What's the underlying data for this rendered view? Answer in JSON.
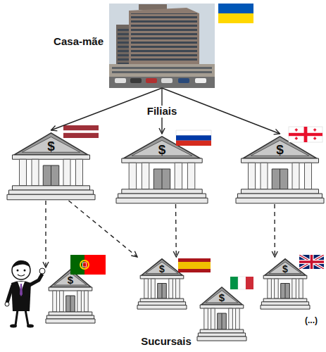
{
  "diagram": {
    "nodes": [
      {
        "text": [
          "Casa-mãe"
        ]
      },
      {
        "text": [
          "$"
        ]
      },
      {
        "text": [
          "$"
        ]
      },
      {
        "text": [
          "$"
        ]
      },
      {
        "text": [
          "$"
        ]
      },
      {
        "text": [
          "$"
        ]
      },
      {
        "text": [
          "$"
        ]
      },
      {
        "text": [
          "$"
        ]
      }
    ],
    "edges": [
      {
        "from": 0,
        "to": 1,
        "arrow": "to"
      },
      {
        "from": 0,
        "to": 2,
        "arrow": "to"
      },
      {
        "from": 0,
        "to": 3,
        "arrow": "to"
      },
      {
        "from": 1,
        "to": 4,
        "arrow": "to"
      },
      {
        "from": 1,
        "to": 5,
        "arrow": "to"
      },
      {
        "from": 2,
        "to": 5,
        "arrow": "to"
      },
      {
        "from": 3,
        "to": 7,
        "arrow": "to"
      }
    ],
    "labels": [
      "Filiais",
      "Sucursais",
      "(...)"
    ]
  }
}
